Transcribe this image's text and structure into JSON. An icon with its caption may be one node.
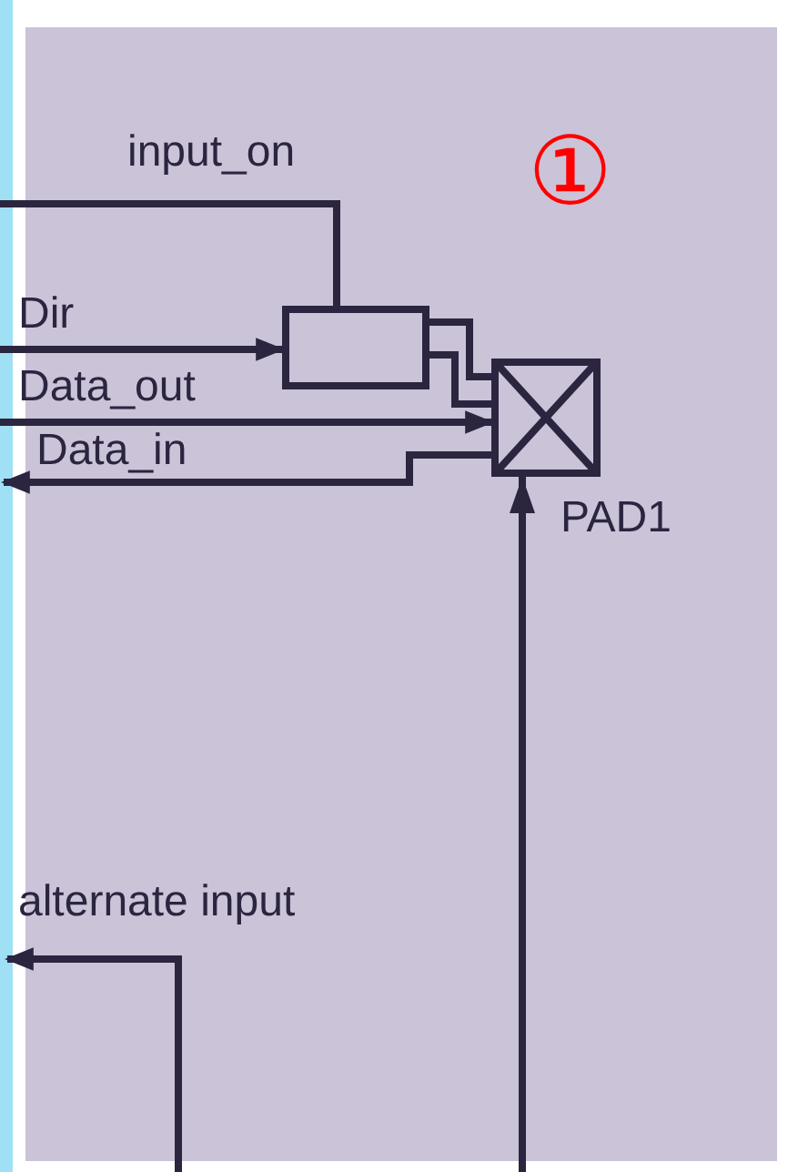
{
  "diagram": {
    "nodes": [
      {
        "text": [],
        "shape": "box"
      },
      {
        "text": [],
        "shape": "box",
        "beside": [
          "PAD1"
        ]
      }
    ],
    "edges": [
      {
        "from": null,
        "to": 0,
        "arrow": "none"
      },
      {
        "from": null,
        "to": 0,
        "arrow": "to"
      },
      {
        "from": null,
        "to": 1,
        "arrow": "to"
      },
      {
        "from": 1,
        "to": null,
        "arrow": "to"
      },
      {
        "from": 0,
        "to": 1,
        "arrow": "none"
      },
      {
        "from": 0,
        "to": 1,
        "arrow": "none"
      },
      {
        "from": null,
        "to": 1,
        "arrow": "to"
      }
    ],
    "labels": [
      "①",
      "input_on",
      "Dir",
      "Data_out",
      "Data_in",
      "alternate input"
    ]
  }
}
